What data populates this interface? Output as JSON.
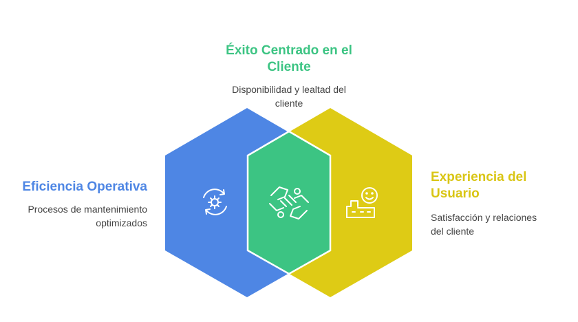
{
  "colors": {
    "blue": "#4E86E4",
    "green": "#3CC483",
    "yellow": "#DECB15",
    "title_green": "#3CC483",
    "title_blue": "#4E86E4",
    "title_yellow": "#D9C514",
    "text": "#444444"
  },
  "top": {
    "title": "Éxito Centrado en el Cliente",
    "title_line1": "Éxito Centrado en el",
    "title_line2": "Cliente",
    "desc_line1": "Disponibilidad y lealtad del",
    "desc_line2": "cliente",
    "icon": "handshake-icon"
  },
  "left": {
    "title": "Eficiencia Operativa",
    "desc_line1": "Procesos de mantenimiento",
    "desc_line2": "optimizados",
    "icon": "gear-cycle-icon"
  },
  "right": {
    "title_line1": "Experiencia del",
    "title_line2": "Usuario",
    "desc_line1": "Satisfacción y relaciones",
    "desc_line2": "del cliente",
    "icon": "happy-customer-icon"
  }
}
